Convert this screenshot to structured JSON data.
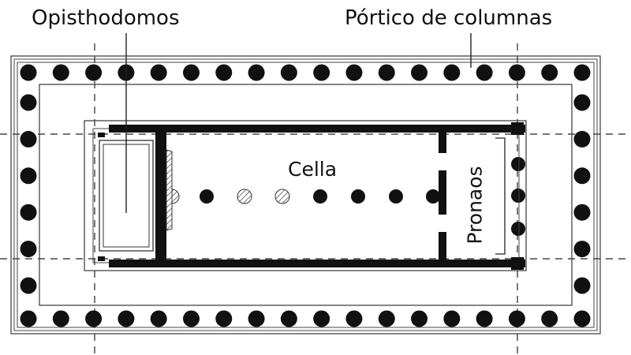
{
  "labels": {
    "opisthodomos": "Opisthodomos",
    "portico": "Pórtico de columnas",
    "cella": "Cella",
    "pronaos": "Pronaos"
  },
  "colors": {
    "ink": "#111111",
    "outline": "#444444",
    "hatch": "#555555",
    "background": "#ffffff"
  },
  "peristyle": {
    "top_row_count": 18,
    "bottom_row_count": 18,
    "side_column_count": 6
  },
  "cella_columns": [
    {
      "style": "solid"
    },
    {
      "style": "hatched"
    },
    {
      "style": "hatched"
    },
    {
      "style": "solid"
    },
    {
      "style": "solid"
    },
    {
      "style": "solid"
    },
    {
      "style": "solid"
    }
  ]
}
